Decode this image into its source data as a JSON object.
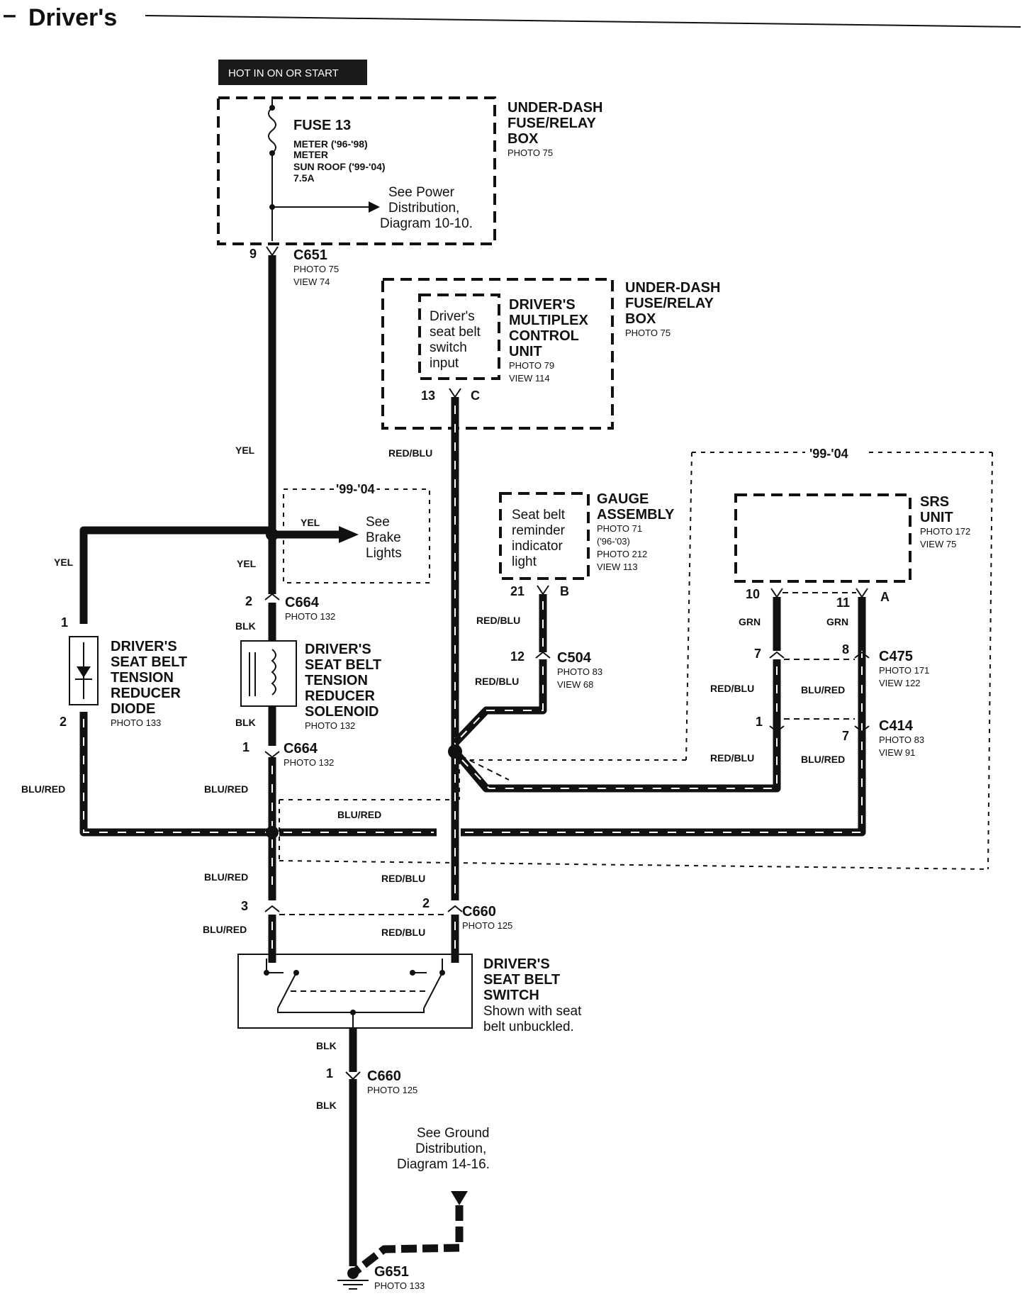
{
  "title": "Driver's",
  "power_tag": "HOT IN ON OR START",
  "fuse_box": {
    "fuse_name": "FUSE 13",
    "fuse_lines": [
      "METER ('96-'98)",
      "METER",
      "SUN ROOF ('99-'04)",
      "7.5A"
    ],
    "see_note": [
      "See Power",
      "Distribution,",
      "Diagram 10-10."
    ],
    "name": [
      "UNDER-DASH",
      "FUSE/RELAY",
      "BOX"
    ],
    "photo": "PHOTO 75"
  },
  "c651": {
    "pin": "9",
    "name": "C651",
    "photo": "PHOTO 75",
    "view": "VIEW 74"
  },
  "multiplex": {
    "inner": [
      "Driver's",
      "seat belt",
      "switch",
      "input"
    ],
    "name": [
      "DRIVER'S",
      "MULTIPLEX",
      "CONTROL",
      "UNIT"
    ],
    "photo": "PHOTO 79",
    "view": "VIEW 114",
    "pin": "13",
    "connector": "C",
    "box_name": [
      "UNDER-DASH",
      "FUSE/RELAY",
      "BOX"
    ],
    "box_photo": "PHOTO 75"
  },
  "years_label": "'99-'04",
  "brake": {
    "years": "'99-'04",
    "wire": "YEL",
    "text": [
      "See",
      "Brake",
      "Lights"
    ]
  },
  "gauge": {
    "inner": [
      "Seat belt",
      "reminder",
      "indicator",
      "light"
    ],
    "name": [
      "GAUGE",
      "ASSEMBLY"
    ],
    "photos": [
      "PHOTO 71",
      "('96-'03)",
      "PHOTO 212",
      "VIEW 113"
    ],
    "pin": "21",
    "connector": "B"
  },
  "srs": {
    "name": [
      "SRS",
      "UNIT"
    ],
    "photo": "PHOTO 172",
    "view": "VIEW 75",
    "pin_left": "10",
    "pin_right": "11",
    "connector": "A"
  },
  "wires": {
    "yel": "YEL",
    "blk": "BLK",
    "blu_red": "BLU/RED",
    "red_blu": "RED/BLU",
    "grn": "GRN"
  },
  "c664_top": {
    "pin": "2",
    "name": "C664",
    "photo": "PHOTO 132"
  },
  "c664_bot": {
    "pin": "1",
    "name": "C664",
    "photo": "PHOTO 132"
  },
  "diode": {
    "pin_top": "1",
    "pin_bot": "2",
    "name": [
      "DRIVER'S",
      "SEAT BELT",
      "TENSION",
      "REDUCER",
      "DIODE"
    ],
    "photo": "PHOTO 133"
  },
  "solenoid": {
    "name": [
      "DRIVER'S",
      "SEAT BELT",
      "TENSION",
      "REDUCER",
      "SOLENOID"
    ],
    "photo": "PHOTO 132"
  },
  "c504": {
    "pin": "12",
    "name": "C504",
    "photo": "PHOTO 83",
    "view": "VIEW 68"
  },
  "c475": {
    "pin_left": "7",
    "pin_right": "8",
    "name": "C475",
    "photo": "PHOTO 171",
    "view": "VIEW 122"
  },
  "c414": {
    "pin_left": "1",
    "pin_right": "7",
    "name": "C414",
    "photo": "PHOTO 83",
    "view": "VIEW 91"
  },
  "c660_top": {
    "pin_left": "3",
    "pin_right": "2",
    "name": "C660",
    "photo": "PHOTO 125"
  },
  "switch": {
    "name": [
      "DRIVER'S",
      "SEAT BELT",
      "SWITCH"
    ],
    "note": [
      "Shown with seat",
      "belt unbuckled."
    ]
  },
  "c660_bot": {
    "pin": "1",
    "name": "C660",
    "photo": "PHOTO 125"
  },
  "ground_note": [
    "See Ground",
    "Distribution,",
    "Diagram 14-16."
  ],
  "g651": {
    "name": "G651",
    "photo": "PHOTO 133"
  }
}
